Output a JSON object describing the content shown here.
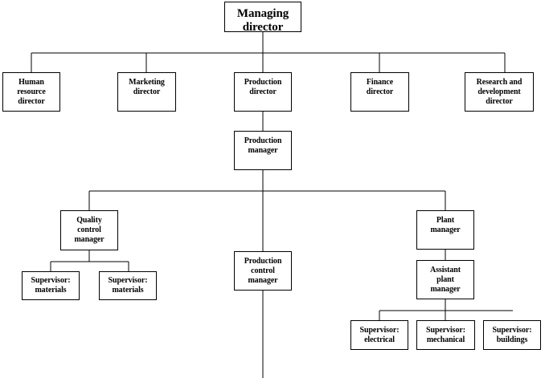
{
  "nodes": {
    "managing_director": "Managing director",
    "hr_director": "Human\nresource\ndirector",
    "marketing_director": "Marketing\ndirector",
    "production_director": "Production\ndirector",
    "finance_director": "Finance\ndirector",
    "rd_director": "Research and\ndevelopment\ndirector",
    "production_manager": "Production\nmanager",
    "qc_manager": "Quality\ncontrol\nmanager",
    "plant_manager": "Plant\nmanager",
    "pc_manager": "Production\ncontrol\nmanager",
    "assistant_plant_manager": "Assistant\nplant\nmanager",
    "supervisor_materials_1": "Supervisor:\nmaterials",
    "supervisor_materials_2": "Supervisor:\nmaterials",
    "supervisor_electrical": "Supervisor:\nelectrical",
    "supervisor_mechanical": "Supervisor:\nmechanical",
    "supervisor_buildings": "Supervisor:\nbuildings"
  },
  "colors": {
    "line": "#000000",
    "box_border": "#000000",
    "background": "#ffffff"
  }
}
